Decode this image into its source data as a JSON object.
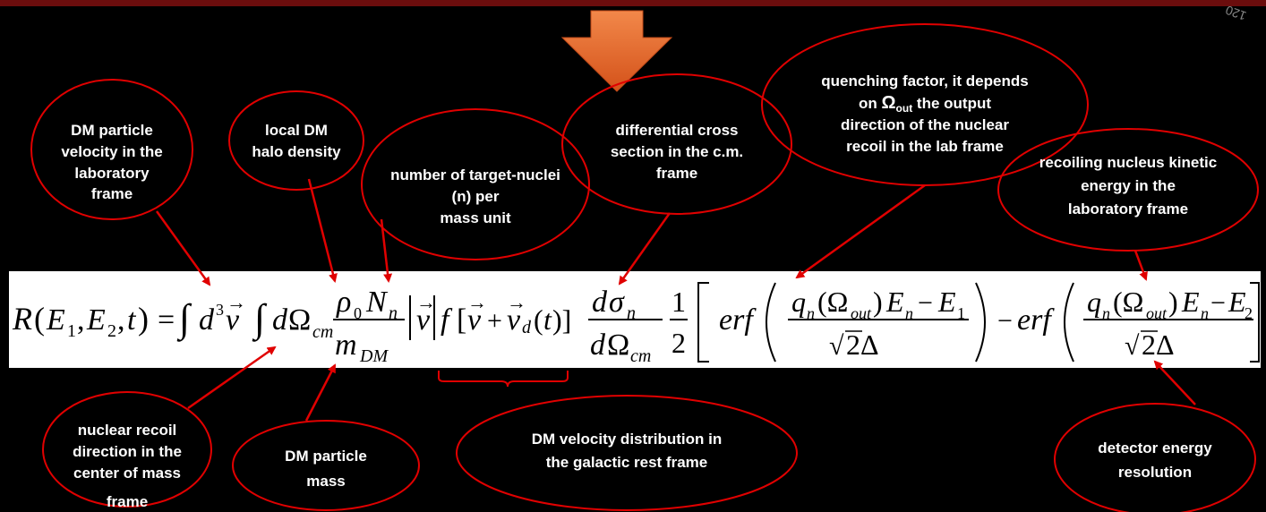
{
  "corner_mark": "120",
  "annotations": {
    "dm_velocity_lab": [
      "DM particle",
      "velocity in the",
      "laboratory",
      "frame"
    ],
    "local_halo_density": [
      "local DM",
      "halo density"
    ],
    "target_nuclei": [
      "number of target-nuclei",
      "(n) per",
      "mass unit"
    ],
    "diff_cross_section": [
      "differential cross",
      "section in the c.m.",
      "frame"
    ],
    "quenching_factor": {
      "line1": "quenching factor, it depends",
      "line2_pre": "on ",
      "line2_symbol": "Ω",
      "line2_sub": "out",
      "line2_post": " the output",
      "line3": "direction of the nuclear",
      "line4": "recoil in the lab frame"
    },
    "recoil_energy": [
      "recoiling nucleus kinetic",
      "energy in the",
      "laboratory frame"
    ],
    "recoil_direction_cm": [
      "nuclear recoil",
      "direction in the",
      "center of mass",
      "frame"
    ],
    "dm_mass": [
      "DM particle",
      "mass"
    ],
    "velocity_distribution": [
      "DM velocity distribution in",
      "the galactic rest frame"
    ],
    "energy_resolution": [
      "detector energy",
      "resolution"
    ]
  },
  "colors": {
    "ellipse_stroke": "#e00000",
    "arrow": "#e00000",
    "bracket": "#e00000",
    "top_bar": "#6b0d0d",
    "down_arrow": "#e8692a"
  }
}
